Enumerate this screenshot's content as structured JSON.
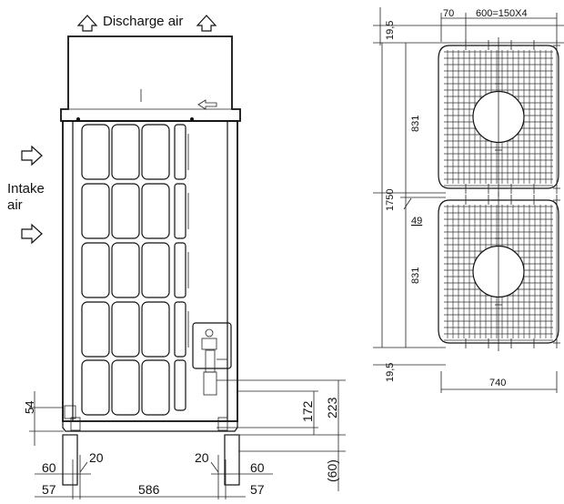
{
  "labels": {
    "discharge_air": "Discharge air",
    "intake": "Intake",
    "air": "air"
  },
  "dimensions": {
    "top_margin": "19,5",
    "left_offset": "70",
    "fan_spacing": "600=150X4",
    "fan_height_upper": "831",
    "fan_height_lower": "831",
    "total_height": "1750",
    "gap_between_fans": "49",
    "bottom_margin": "19,5",
    "plan_width": "740",
    "base_height": "54",
    "pipe_height_low": "172",
    "pipe_height_high": "223",
    "leg_height": "(60)",
    "leg_offset_left": "20",
    "leg_offset_right": "20",
    "outer_left_60": "60",
    "outer_left_57": "57",
    "outer_right_60": "60",
    "outer_right_57": "57",
    "foot_span": "586"
  }
}
